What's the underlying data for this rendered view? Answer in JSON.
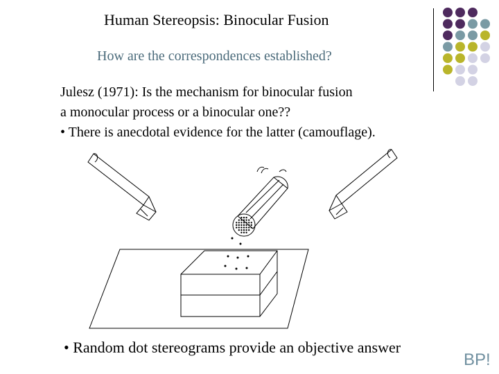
{
  "slide": {
    "title": "Human Stereopsis: Binocular Fusion",
    "subtitle": "How are the correspondences established?",
    "body_lines": [
      "Julesz (1971): Is the mechanism for binocular fusion",
      "a monocular process or a binocular one??",
      "• There is anecdotal evidence for the latter (camouflage)."
    ],
    "bottom_bullet": "• Random dot stereograms provide an objective answer",
    "corner_mark": "BP!"
  },
  "colors": {
    "dot_purple": "#4e2a5e",
    "dot_teal": "#7a9aa4",
    "dot_olive": "#b9b52a",
    "dot_lavender": "#d3d2e4"
  },
  "figure": {
    "icons": [
      "left-eye-tube-icon",
      "right-eye-tube-icon",
      "dot-projector-icon",
      "raised-platform-icon"
    ]
  }
}
